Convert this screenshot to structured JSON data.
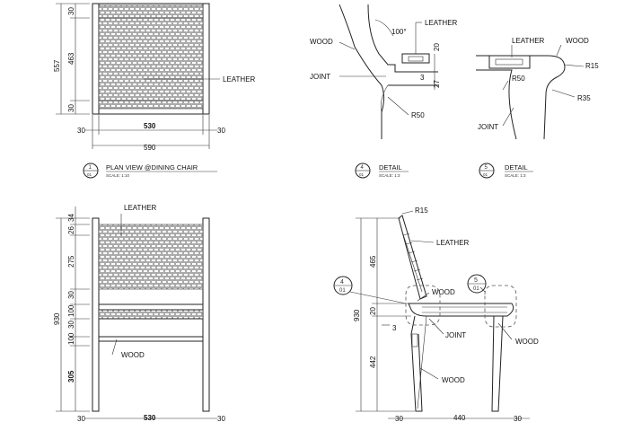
{
  "labels": {
    "leather": "LEATHER",
    "wood": "WOOD",
    "joint": "JOINT",
    "r50": "R50",
    "r15": "R15",
    "r35": "R35",
    "angle": "100°"
  },
  "dims": {
    "plan_557": "557",
    "plan_463": "463",
    "plan_30a": "30",
    "plan_30b": "30",
    "plan_30l": "30",
    "plan_530": "530",
    "plan_30r": "30",
    "plan_590": "590",
    "d4_20": "20",
    "d4_3": "3",
    "d4_27": "27",
    "front_34": "34",
    "front_26": "26",
    "front_275": "275",
    "front_30a": "30",
    "front_100a": "100",
    "front_30b": "30",
    "front_100b": "100",
    "front_305": "305",
    "front_930": "930",
    "front_30l": "30",
    "front_530": "530",
    "front_30r": "30",
    "side_930": "930",
    "side_465": "465",
    "side_20": "20",
    "side_3": "3",
    "side_442": "442",
    "side_30": "30",
    "side_440": "440",
    "side_30r": "30"
  },
  "titles": {
    "plan": {
      "num": "1",
      "sheet": "01",
      "text": "PLAN VIEW @DINING CHAIR",
      "scale": "SCALE: 1:10"
    },
    "d4": {
      "num": "4",
      "sheet": "01",
      "text": "DETAIL",
      "scale": "SCALE: 1:3"
    },
    "d5": {
      "num": "5",
      "sheet": "01",
      "text": "DETAIL",
      "scale": "SCALE: 1:3"
    }
  },
  "callouts": {
    "c4": {
      "num": "4",
      "sheet": "01"
    },
    "c5": {
      "num": "5",
      "sheet": "01"
    }
  }
}
